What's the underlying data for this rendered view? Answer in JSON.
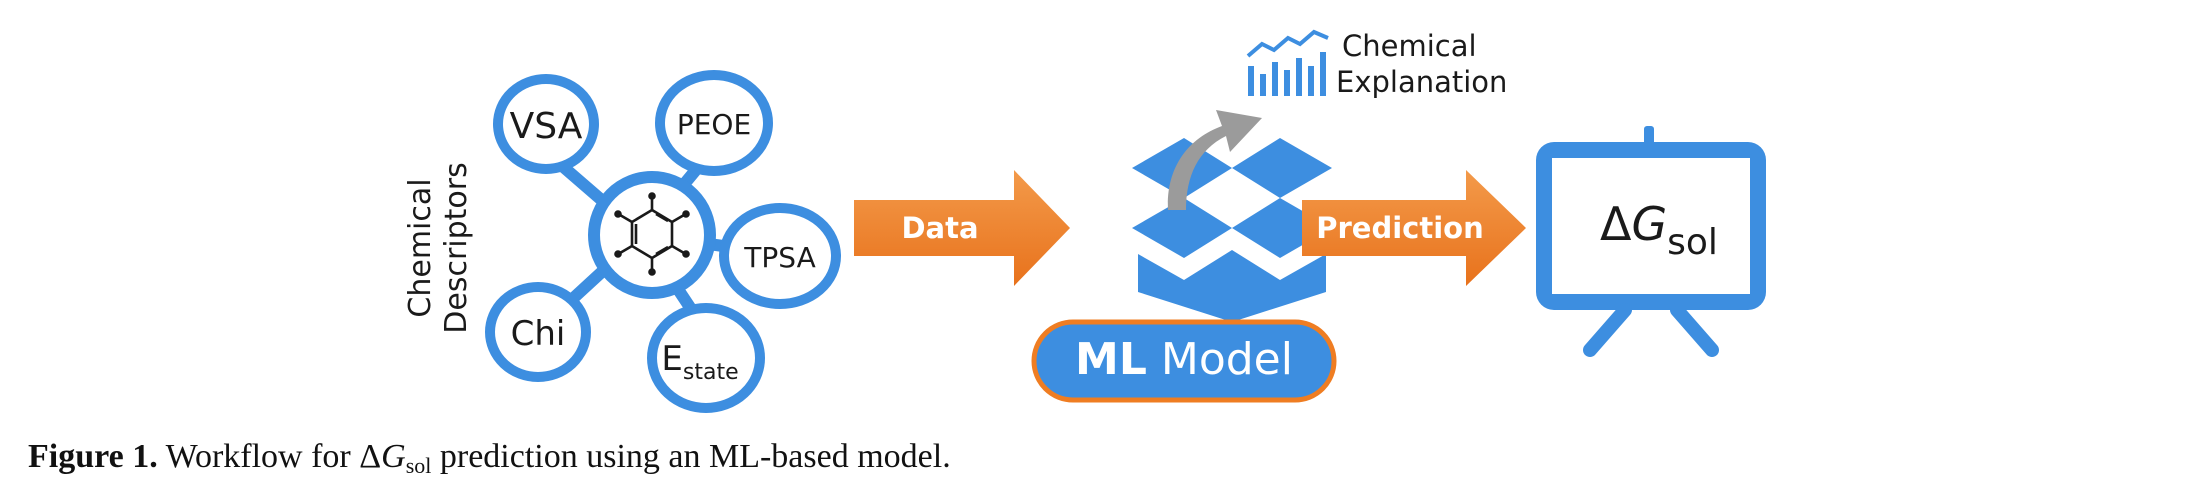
{
  "colors": {
    "blue": "#3d8ee0",
    "orange": "#ef7d22",
    "gray": "#9b9b9b",
    "dark": "#1a1a1a"
  },
  "descriptors": {
    "axis_label_line1": "Chemical",
    "axis_label_line2": "Descriptors",
    "vsa": "VSA",
    "peoe": "PEOE",
    "tpsa": "TPSA",
    "chi": "Chi",
    "estate_main": "E",
    "estate_sub": "state",
    "hub_icon": "molecule-icon"
  },
  "flow": {
    "data_label": "Data",
    "prediction_label": "Prediction"
  },
  "model": {
    "icon": "dropbox-box-icon",
    "label_bold": "ML",
    "label_regular": "Model"
  },
  "explanation": {
    "icon": "bar-chart-trend-icon",
    "line1": "Chemical",
    "line2": "Explanation"
  },
  "output": {
    "icon": "presentation-screen-icon",
    "delta": "Δ",
    "symbol": "G",
    "subscript": "sol"
  },
  "caption": {
    "label": "Figure 1.",
    "text_before": "Workflow for Δ",
    "symbol": "G",
    "subscript": "sol",
    "text_after": " prediction using an ML-based model."
  }
}
